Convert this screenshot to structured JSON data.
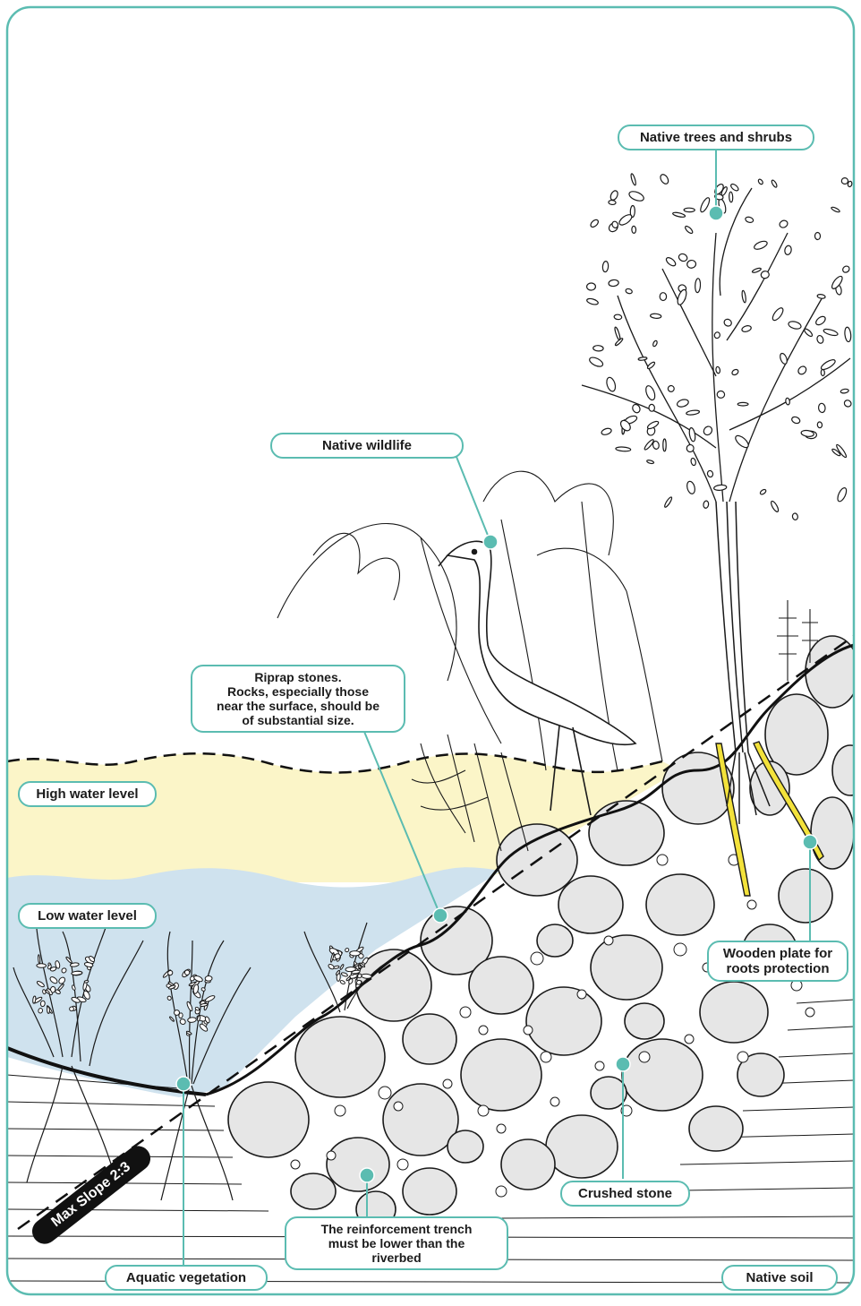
{
  "labels": {
    "native_trees": "Native trees and shrubs",
    "native_wildlife": "Native wildlife",
    "riprap": "Riprap stones.\nRocks, especially those\nnear the surface, should be\nof substantial size.",
    "high_water": "High water level",
    "low_water": "Low water level",
    "wooden_plate": "Wooden plate for\nroots protection",
    "crushed_stone": "Crushed stone",
    "reinforcement_trench": "The reinforcement trench\nmust be lower than the\nriverbed",
    "aquatic_vegetation": "Aquatic vegetation",
    "native_soil": "Native soil",
    "max_slope": "Max Slope 2:3"
  },
  "colors": {
    "frame": "#5bbcb1",
    "callout": "#5bbcb1",
    "high_water": "#fbf5c8",
    "low_water": "#cfe2ee",
    "stone_fill": "#e6e6e6",
    "outline": "#1a1a1a",
    "wooden_plate": "#f3e23b"
  }
}
